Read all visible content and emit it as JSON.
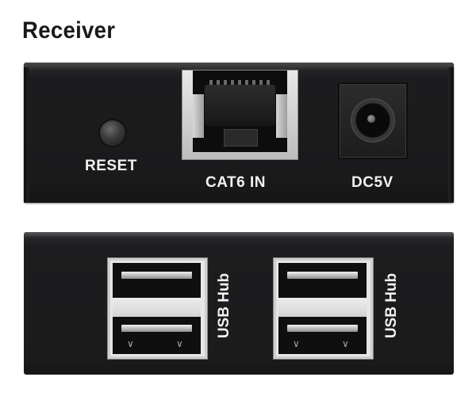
{
  "title": "Receiver",
  "front_panel": {
    "reset_label": "RESET",
    "ethernet_label": "CAT6 IN",
    "power_label": "DC5V"
  },
  "back_panel": {
    "usb_hub_labels": [
      "USB Hub",
      "USB Hub"
    ]
  },
  "colors": {
    "device_body": "#1c1c1e",
    "port_metal": "#e6e6e6",
    "label_text": "#f2f2f2"
  }
}
